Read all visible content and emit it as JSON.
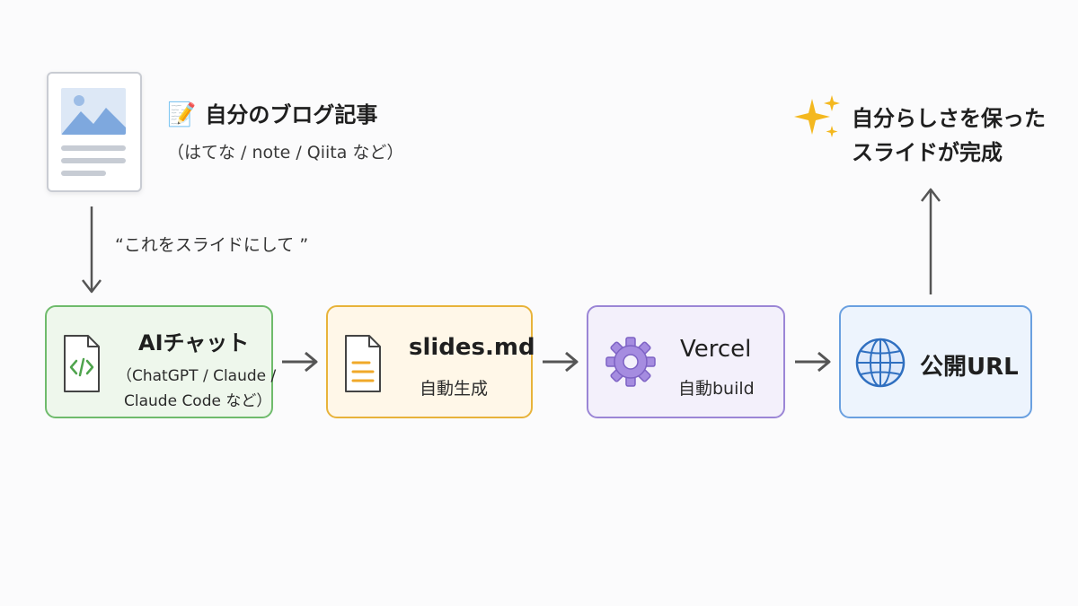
{
  "source": {
    "emoji": "📝",
    "title": "自分のブログ記事",
    "subtitle": "（はてな / note / Qiita など）"
  },
  "prompt_quote": "“これをスライドにして ”",
  "steps": [
    {
      "title": "AIチャット",
      "sub_line1": "（ChatGPT / Claude /",
      "sub_line2": "Claude Code など）",
      "icon": "code-file-icon",
      "color": "#6fbb6c"
    },
    {
      "title": "slides.md",
      "sub": "自動生成",
      "icon": "markdown-file-icon",
      "color": "#e8b33a"
    },
    {
      "title": "Vercel",
      "sub": "自動build",
      "icon": "gear-icon",
      "color": "#9b86d6"
    },
    {
      "title": "公開URL",
      "icon": "globe-icon",
      "color": "#6aa0e0"
    }
  ],
  "result": {
    "icon": "sparkles-icon",
    "line1": "自分らしさを保った",
    "line2": "スライドが完成"
  }
}
